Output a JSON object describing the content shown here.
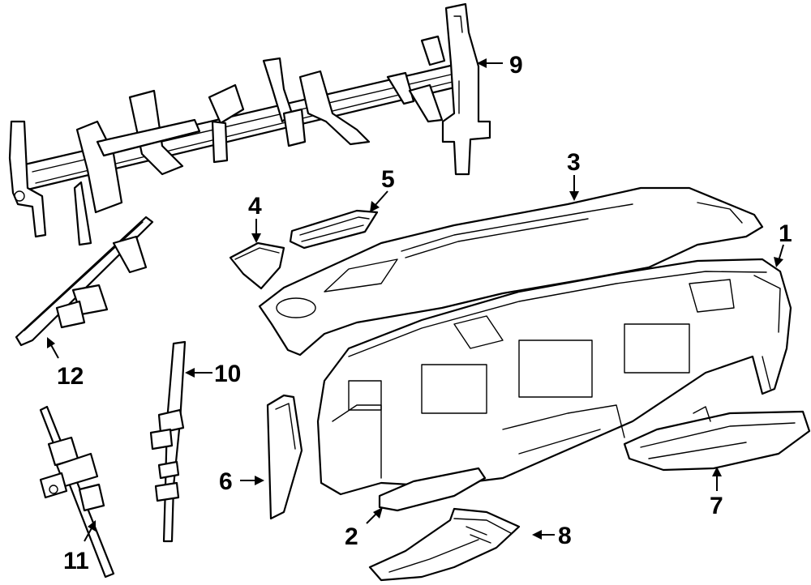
{
  "callouts": [
    {
      "id": "1",
      "label": "1"
    },
    {
      "id": "2",
      "label": "2"
    },
    {
      "id": "3",
      "label": "3"
    },
    {
      "id": "4",
      "label": "4"
    },
    {
      "id": "5",
      "label": "5"
    },
    {
      "id": "6",
      "label": "6"
    },
    {
      "id": "7",
      "label": "7"
    },
    {
      "id": "8",
      "label": "8"
    },
    {
      "id": "9",
      "label": "9"
    },
    {
      "id": "10",
      "label": "10"
    },
    {
      "id": "11",
      "label": "11"
    },
    {
      "id": "12",
      "label": "12"
    }
  ],
  "colors": {
    "line": "#000000",
    "fill": "#ffffff"
  }
}
